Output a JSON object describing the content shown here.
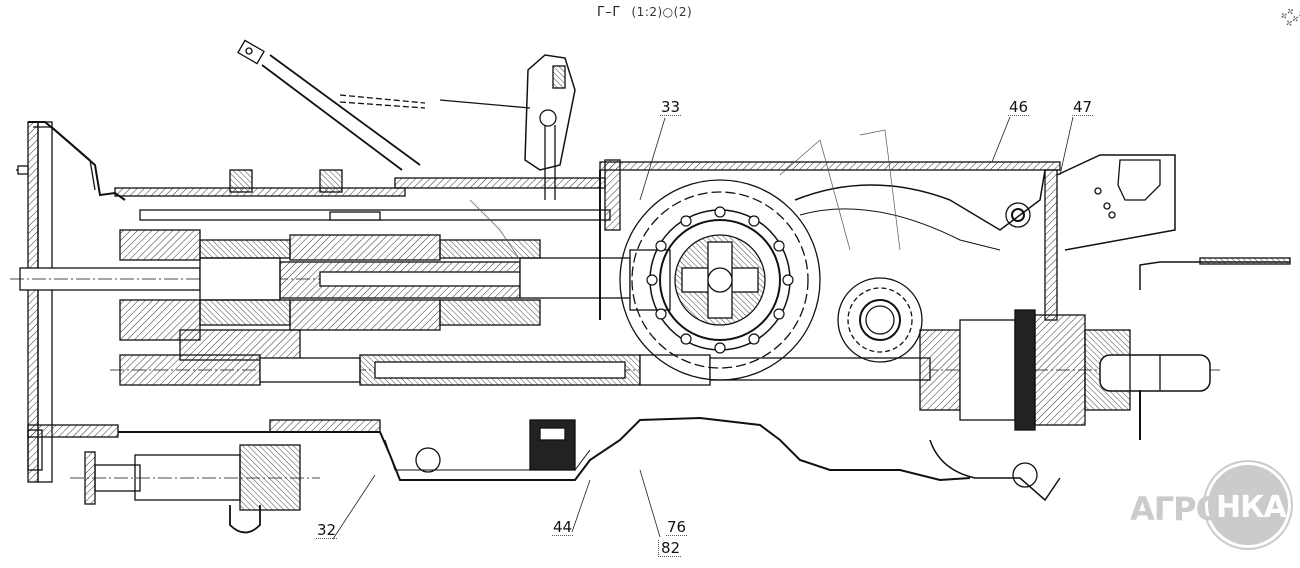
{
  "drawing": {
    "section_title": "Г–Г",
    "scale_note": "(1:2)○(2)",
    "corner_mark": "✣✣ ✣✣✣",
    "callouts": [
      {
        "id": "32",
        "label": "32"
      },
      {
        "id": "33",
        "label": "33"
      },
      {
        "id": "44",
        "label": "44"
      },
      {
        "id": "46",
        "label": "46"
      },
      {
        "id": "47",
        "label": "47"
      },
      {
        "id": "76",
        "label": "76"
      },
      {
        "id": "82",
        "label": "82"
      }
    ],
    "description": "Transmission / gearbox longitudinal cross-section with differential and PTO"
  },
  "watermark": {
    "text_left": "АГРО",
    "text_right": "НКА",
    "color": "#c9ccc9"
  },
  "colors": {
    "line": "#111111",
    "hatch": "#333333",
    "background": "#ffffff"
  }
}
